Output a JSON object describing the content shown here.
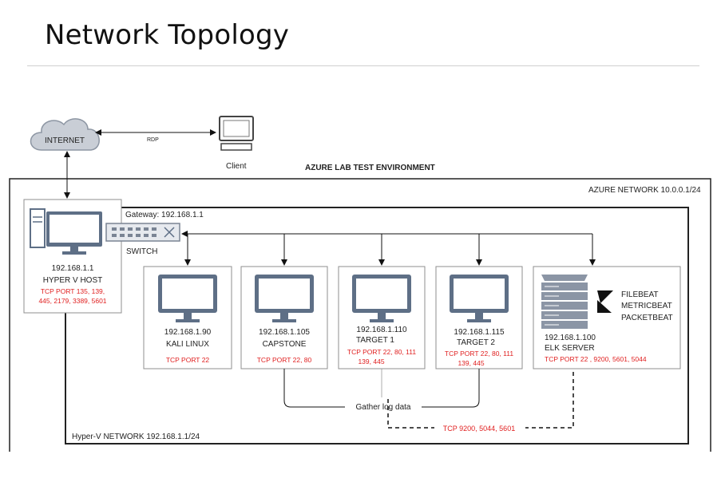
{
  "page": {
    "title": "Network Topology"
  },
  "diagram": {
    "environment_title": "AZURE LAB TEST ENVIRONMENT",
    "azure_network_label": "AZURE NETWORK  10.0.0.1/24",
    "hyperv_network_label": "Hyper-V NETWORK 192.168.1.1/24",
    "gateway_label": "Gateway: 192.168.1.1",
    "switch_label": "SWITCH",
    "internet_label": "INTERNET",
    "rdp_label": "RDP",
    "client_label": "Client",
    "gather_label": "Gather log data",
    "dashed_ports_label": "TCP 9200, 5044, 5601",
    "host": {
      "ip": "192.168.1.1",
      "name": "HYPER V HOST",
      "ports_line1": "TCP PORT 135, 139,",
      "ports_line2": "445, 2179, 3389, 5601"
    },
    "machines": [
      {
        "ip": "192.168.1.90",
        "name": "KALI LINUX",
        "ports_line1": "TCP PORT 22",
        "ports_line2": ""
      },
      {
        "ip": "192.168.1.105",
        "name": "CAPSTONE",
        "ports_line1": "TCP PORT 22, 80",
        "ports_line2": ""
      },
      {
        "ip": "192.168.1.110",
        "name": "TARGET 1",
        "ports_line1": "TCP PORT 22, 80, 111",
        "ports_line2": "139, 445"
      },
      {
        "ip": "192.168.1.115",
        "name": "TARGET 2",
        "ports_line1": "TCP PORT 22, 80, 111",
        "ports_line2": "139, 445"
      }
    ],
    "elk": {
      "ip": "192.168.1.100",
      "name": "ELK SERVER",
      "ports": "TCP PORT 22 , 9200, 5601, 5044",
      "beats": [
        "FILEBEAT",
        "METRICBEAT",
        "PACKETBEAT"
      ]
    }
  }
}
